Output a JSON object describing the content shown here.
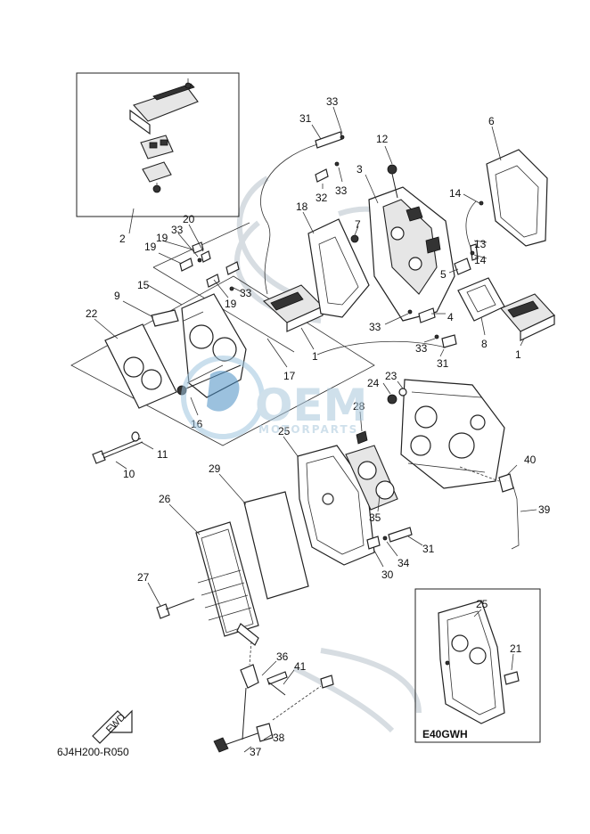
{
  "diagram": {
    "code": "6J4H200-R050",
    "variant_label": "E40GWH",
    "direction_label": "FWD",
    "watermark": {
      "brand": "OEM",
      "sub": "MOTORPARTS"
    },
    "callouts": {
      "c1a": "1",
      "c1b": "1",
      "c2": "2",
      "c3": "3",
      "c4": "4",
      "c5": "5",
      "c6": "6",
      "c7": "7",
      "c8": "8",
      "c9": "9",
      "c10": "10",
      "c11": "11",
      "c12": "12",
      "c13": "13",
      "c14a": "14",
      "c14b": "14",
      "c15": "15",
      "c16": "16",
      "c17": "17",
      "c18": "18",
      "c19a": "19",
      "c19b": "19",
      "c19c": "19",
      "c20": "20",
      "c21": "21",
      "c22": "22",
      "c23": "23",
      "c24": "24",
      "c25a": "25",
      "c25b": "25",
      "c26": "26",
      "c27": "27",
      "c28": "28",
      "c29": "29",
      "c30": "30",
      "c31a": "31",
      "c31b": "31",
      "c31c": "31",
      "c32": "32",
      "c33a": "33",
      "c33b": "33",
      "c33c": "33",
      "c33d": "33",
      "c33e": "33",
      "c33f": "33",
      "c34": "34",
      "c35": "35",
      "c36": "36",
      "c37": "37",
      "c38": "38",
      "c39": "39",
      "c40": "40",
      "c41": "41"
    }
  }
}
